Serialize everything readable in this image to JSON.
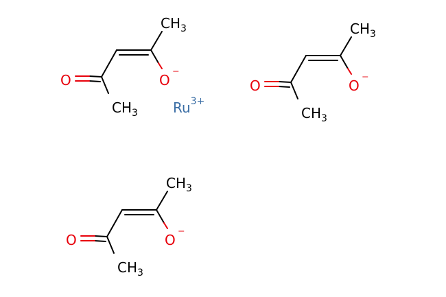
{
  "diagram": {
    "metal": {
      "symbol": "Ru",
      "charge": "3+"
    },
    "ligands": [
      {
        "name": "acetylacetonate-1",
        "carbonyl_oxygen": "O",
        "enolate_oxygen": "O",
        "enolate_charge": "⁻",
        "methyl_c": "CH",
        "methyl_sub": "3"
      },
      {
        "name": "acetylacetonate-2",
        "carbonyl_oxygen": "O",
        "enolate_oxygen": "O",
        "enolate_charge": "⁻",
        "methyl_c": "CH",
        "methyl_sub": "3"
      },
      {
        "name": "acetylacetonate-3",
        "carbonyl_oxygen": "O",
        "enolate_oxygen": "O",
        "enolate_charge": "⁻",
        "methyl_c": "CH",
        "methyl_sub": "3"
      }
    ],
    "colors": {
      "oxygen": "#e8000b",
      "carbon": "#000000",
      "ruthenium": "#3b6ea5"
    }
  }
}
